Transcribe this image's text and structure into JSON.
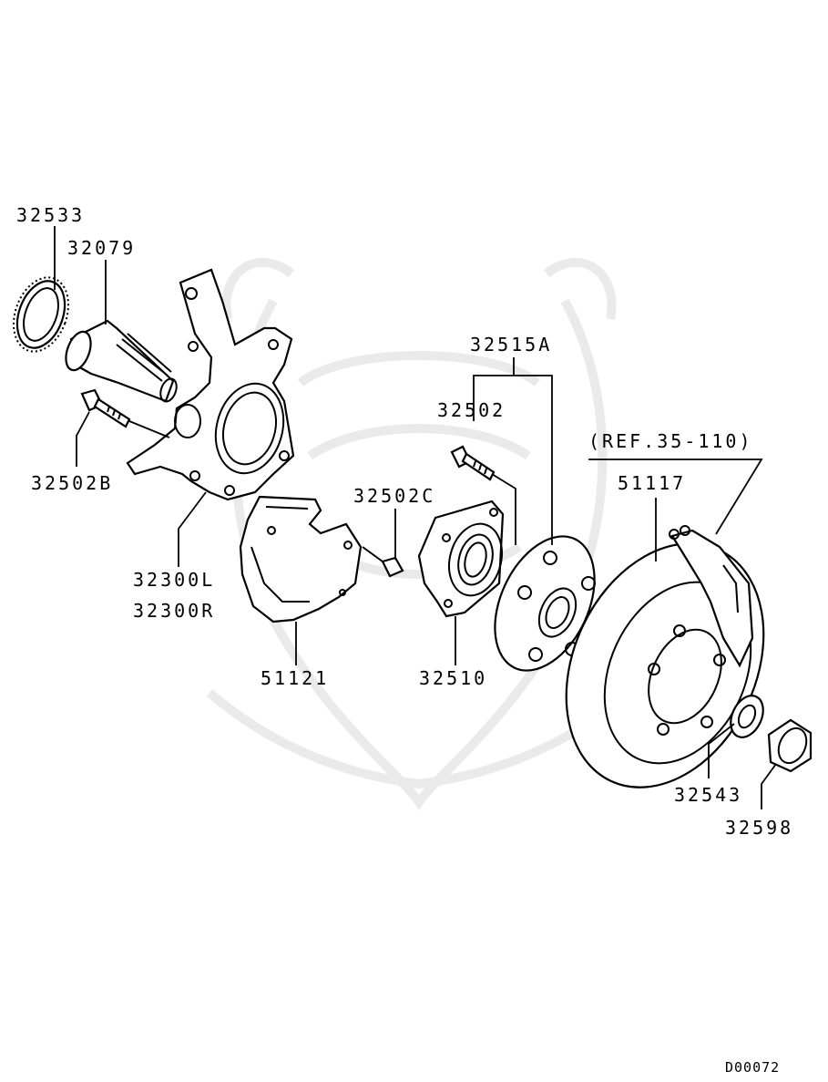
{
  "diagram": {
    "labels": {
      "p32533": "32533",
      "p32079": "32079",
      "p32502B": "32502B",
      "p32300L": "32300L",
      "p32300R": "32300R",
      "p51121": "51121",
      "p32502C": "32502C",
      "p32510": "32510",
      "p32515A": "32515A",
      "p32502": "32502",
      "ref": "(REF.35-110)",
      "p51117": "51117",
      "p32543": "32543",
      "p32598": "32598"
    },
    "drawing_code": "D00072"
  }
}
